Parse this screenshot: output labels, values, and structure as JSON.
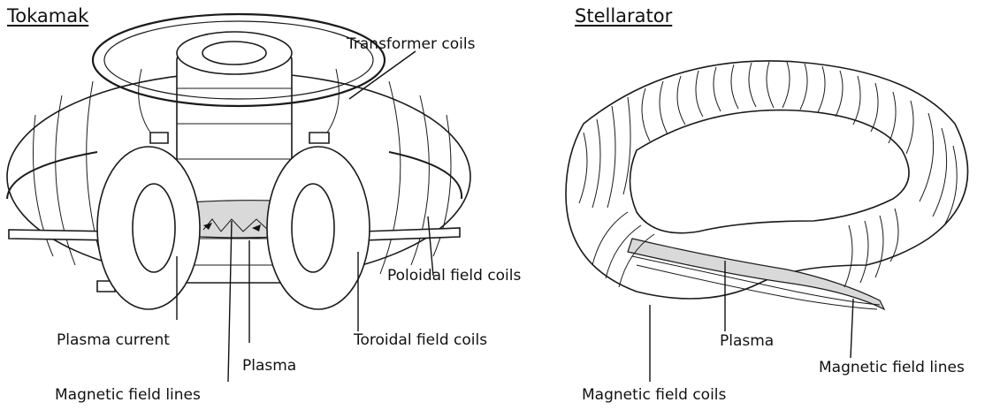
{
  "tokamak": {
    "title": "Tokamak",
    "labels": {
      "transformer_coils": "Transformer coils",
      "poloidal_field_coils": "Poloidal field coils",
      "toroidal_field_coils": "Toroidal field coils",
      "plasma_current": "Plasma current",
      "plasma": "Plasma",
      "magnetic_field_lines": "Magnetic field lines"
    }
  },
  "stellarator": {
    "title": "Stellarator",
    "labels": {
      "plasma": "Plasma",
      "magnetic_field_lines": "Magnetic field lines",
      "magnetic_field_coils": "Magnetic field coils"
    }
  }
}
